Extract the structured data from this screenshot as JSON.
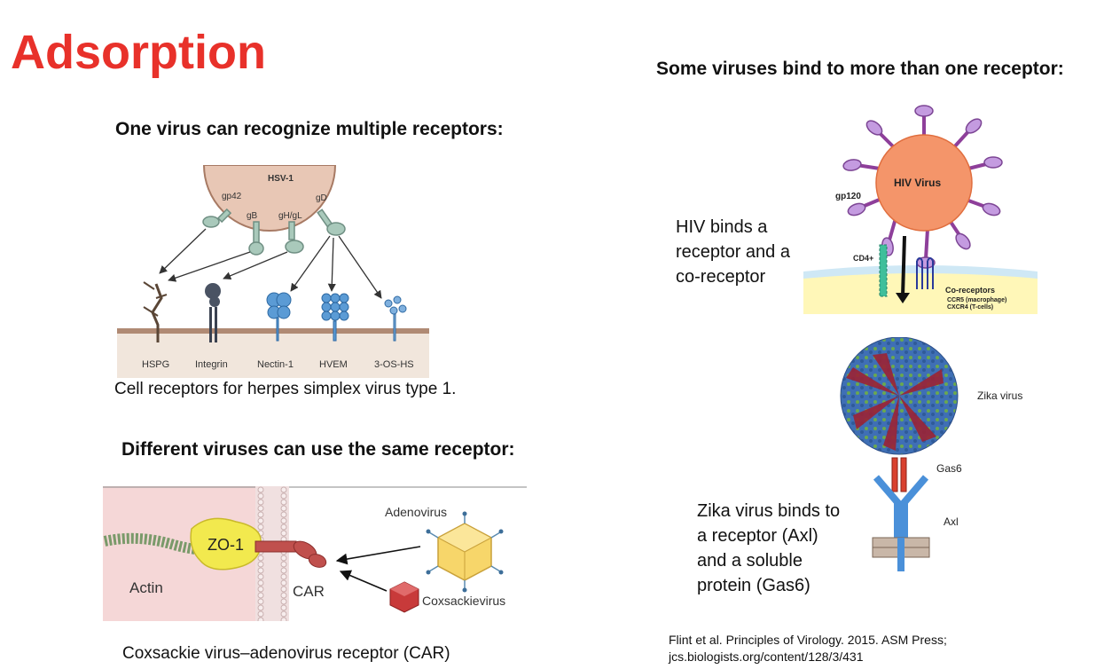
{
  "slide": {
    "title": "Adsorption",
    "left": {
      "heading1": "One virus can recognize  multiple receptors:",
      "hsv_figure": {
        "virus": "HSV-1",
        "glycoproteins": [
          "gp42",
          "gB",
          "gH/gL",
          "gD"
        ],
        "receptors": [
          "HSPG",
          "Integrin",
          "Nectin-1",
          "HVEM",
          "3-OS-HS"
        ]
      },
      "caption1": "Cell receptors for herpes simplex virus type 1.",
      "heading2": "Different viruses can use the same receptor:",
      "car_figure": {
        "adenovirus": "Adenovirus",
        "zo1": "ZO-1",
        "actin": "Actin",
        "car": "CAR",
        "coxsackievirus": "Coxsackievirus"
      },
      "caption2": "Coxsackie virus–adenovirus receptor (CAR)"
    },
    "right": {
      "heading": "Some viruses bind to more than one receptor:",
      "hiv_figure": {
        "virus": "HIV Virus",
        "gp120": "gp120",
        "cd4": "CD4+",
        "coreceptors": "Co-receptors",
        "ccr5": "CCR5 (macrophage)",
        "cxcr4": "CXCR4 (T-cells)"
      },
      "hiv_text": [
        "HIV binds a",
        "receptor and a",
        "co-receptor"
      ],
      "zika_figure": {
        "virus": "Zika virus",
        "gas6": "Gas6",
        "axl": "Axl"
      },
      "zika_text": [
        "Zika virus binds to",
        "a receptor (Axl)",
        "and a soluble",
        "protein (Gas6)"
      ],
      "references": [
        "Flint et al. Principles of Virology. 2015. ASM Press;",
        "jcs.biologists.org/content/128/3/431"
      ]
    }
  },
  "colors": {
    "title": "#e8312a",
    "hiv_virus": "#f4956a",
    "gp120_knob": "#c49be0",
    "hsv_virion": "#e8c7b5",
    "membrane": "#b08a74",
    "receptor_blue": "#5b9bd5",
    "zo1_yellow": "#f2e94e",
    "car_red": "#c0504d",
    "cell_pink": "#f5d7d7"
  }
}
